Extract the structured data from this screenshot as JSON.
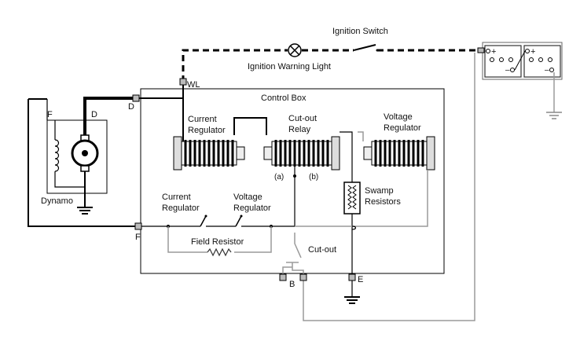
{
  "labels": {
    "ignition_switch": "Ignition Switch",
    "ignition_warning_light": "Ignition Warning Light",
    "control_box": "Control Box",
    "current_regulator_coil": "Current",
    "current_regulator_coil_2": "Regulator",
    "cutout_relay": "Cut-out",
    "cutout_relay_2": "Relay",
    "voltage_regulator_coil": "Voltage",
    "voltage_regulator_coil_2": "Regulator",
    "terminal_wl": "WL",
    "terminal_d_box": "D",
    "terminal_f_box": "F",
    "terminal_b": "B",
    "terminal_e": "E",
    "dynamo_f": "F",
    "dynamo_d": "D",
    "dynamo": "Dynamo",
    "tap_a": "(a)",
    "tap_b": "(b)",
    "swamp_resistors": "Swamp",
    "swamp_resistors_2": "Resistors",
    "current_regulator_contacts": "Current",
    "current_regulator_contacts_2": "Regulator",
    "voltage_regulator_contacts": "Voltage",
    "voltage_regulator_contacts_2": "Regulator",
    "field_resistor": "Field Resistor",
    "cutout_contacts": "Cut-out"
  },
  "battery": {
    "cell1_plus": "+",
    "cell1_minus": "–",
    "cell2_plus": "+",
    "cell2_minus": "–"
  }
}
